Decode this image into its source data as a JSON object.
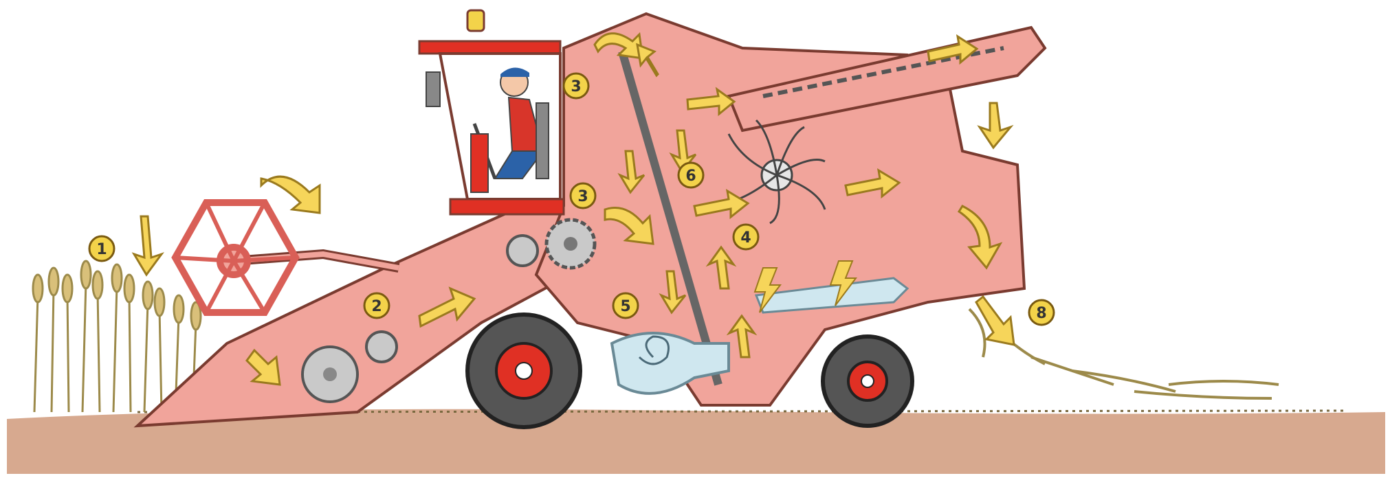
{
  "diagram": {
    "colors": {
      "body": "#f1a49b",
      "body_dark": "#d95f57",
      "outline": "#7a3b30",
      "arrow": "#f6d55a",
      "arrow_stroke": "#9a7a1e",
      "ground": "#d7a98f",
      "tire": "#555555",
      "hub": "#e03024",
      "fan": "#cfe7ef",
      "wheat": "#d9c07a",
      "badge": "#f3d34a"
    },
    "badges": [
      {
        "id": "badge-1",
        "label": "1"
      },
      {
        "id": "badge-2",
        "label": "2"
      },
      {
        "id": "badge-3",
        "label": "3"
      },
      {
        "id": "badge-3b",
        "label": "3"
      },
      {
        "id": "badge-4",
        "label": "4"
      },
      {
        "id": "badge-5",
        "label": "5"
      },
      {
        "id": "badge-6",
        "label": "6"
      },
      {
        "id": "badge-8",
        "label": "8"
      }
    ]
  }
}
